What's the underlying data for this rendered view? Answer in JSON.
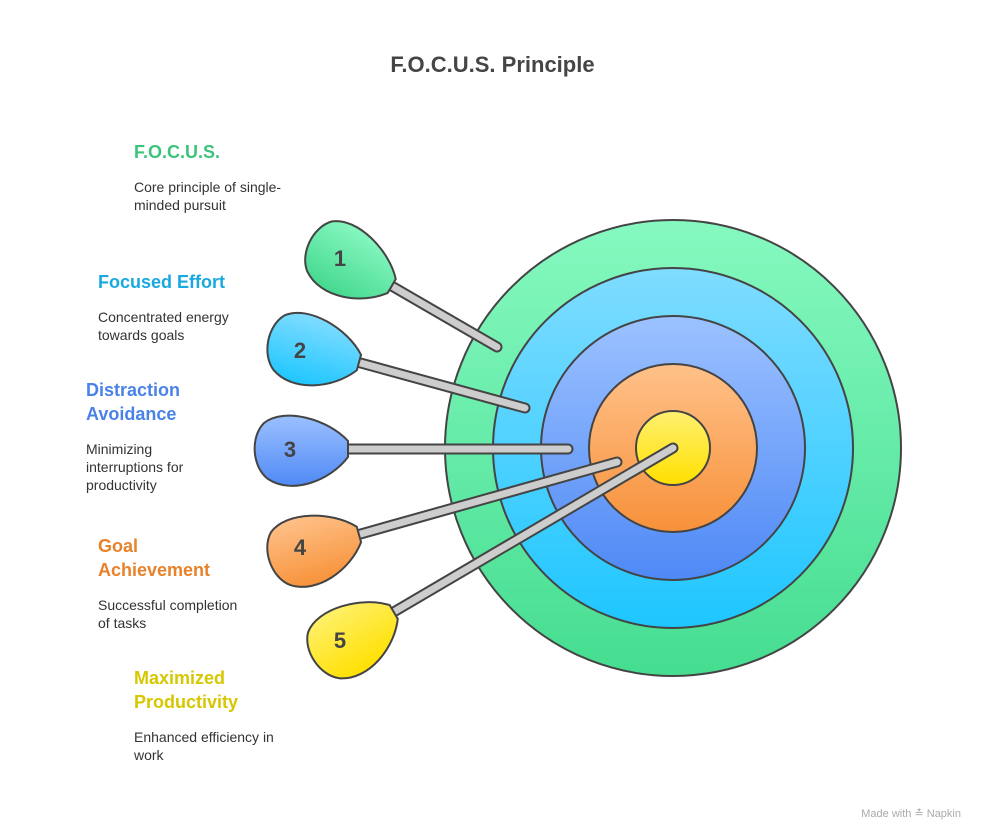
{
  "title": "F.O.C.U.S. Principle",
  "items": [
    {
      "number": "1",
      "heading": "F.O.C.U.S.",
      "description": "Core principle of single-minded pursuit",
      "color": "#3cc47c",
      "grad": [
        "#86f7c0",
        "#45d98f"
      ]
    },
    {
      "number": "2",
      "heading": "Focused Effort",
      "description": "Concentrated energy towards goals",
      "color": "#1aa9de",
      "grad": [
        "#80dcff",
        "#1ec6ff"
      ]
    },
    {
      "number": "3",
      "heading": "Distraction Avoidance",
      "description": "Minimizing interruptions for productivity",
      "color": "#4a82e8",
      "grad": [
        "#9bc0ff",
        "#4f8af5"
      ]
    },
    {
      "number": "4",
      "heading": "Goal Achievement",
      "description": "Successful completion of tasks",
      "color": "#e8822a",
      "grad": [
        "#ffc088",
        "#f7923a"
      ]
    },
    {
      "number": "5",
      "heading": "Maximized Productivity",
      "description": "Enhanced efficiency in work",
      "color": "#d6c700",
      "grad": [
        "#fff06a",
        "#ffe000"
      ]
    }
  ],
  "footer": {
    "made_with": "Made with",
    "brand": "Napkin"
  }
}
